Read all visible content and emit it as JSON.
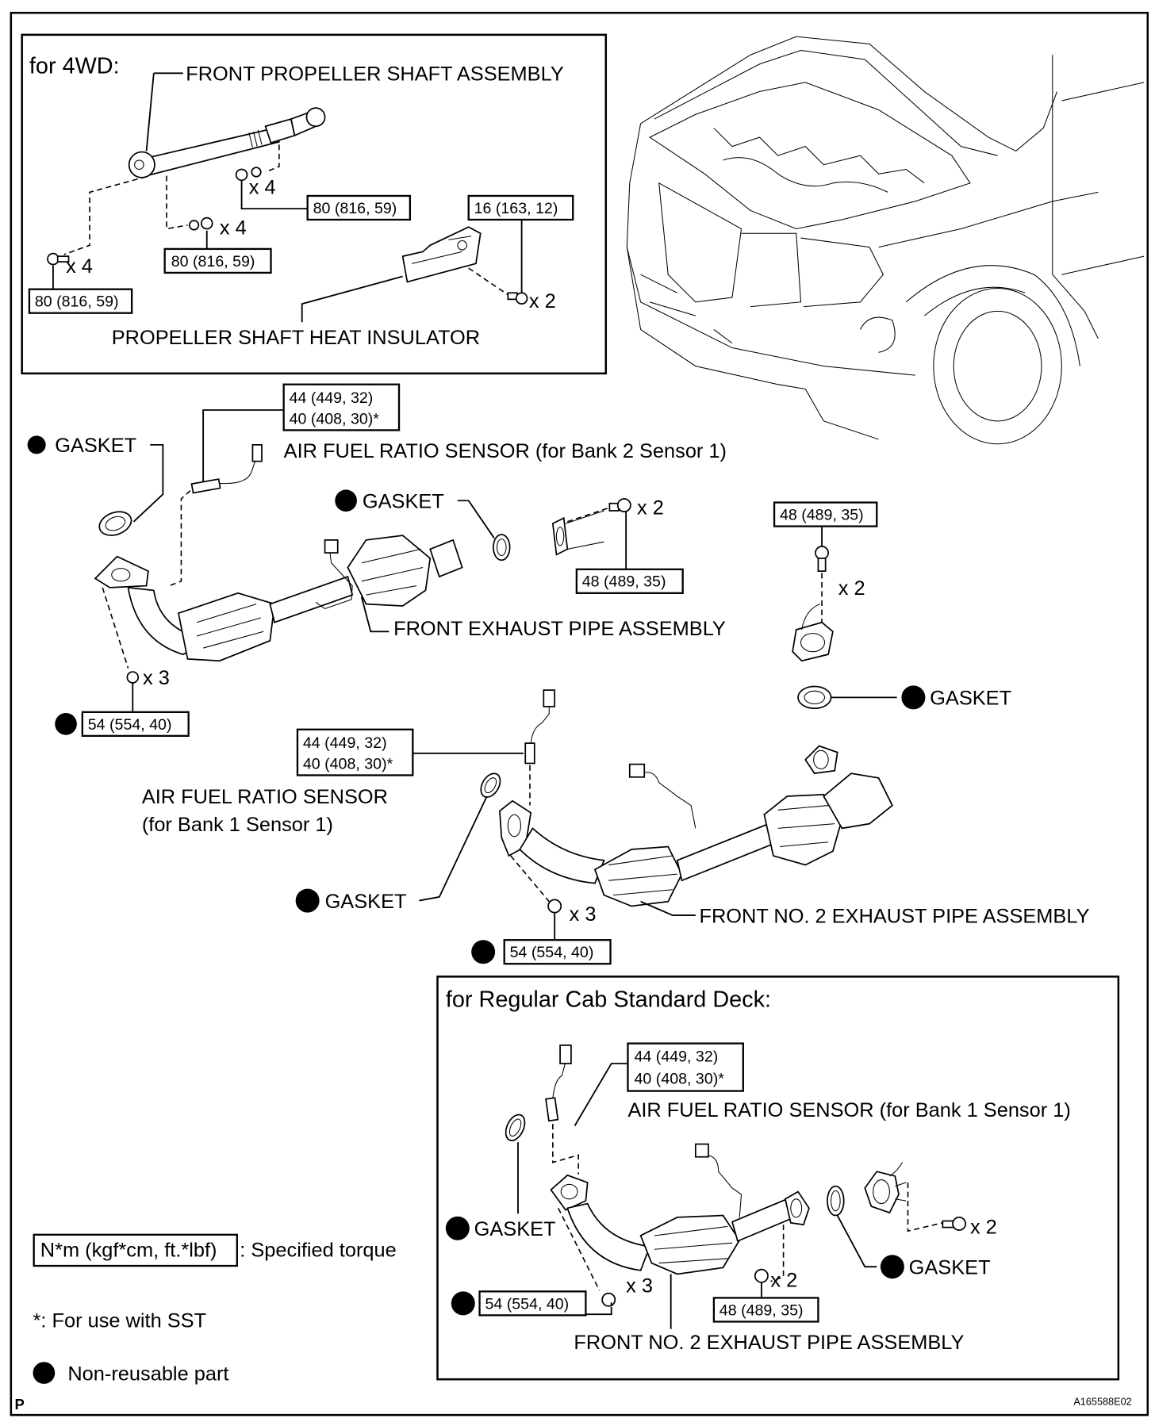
{
  "figure_id": "A165588E02",
  "page_marker": "P",
  "colors": {
    "ink": "#000000",
    "paper": "#ffffff"
  },
  "box_4wd": {
    "title": "for 4WD:",
    "front_propeller_shaft": "FRONT PROPELLER SHAFT ASSEMBLY",
    "heat_insulator": "PROPELLER SHAFT HEAT INSULATOR",
    "torque_bolt": "80 (816, 59)",
    "qty_bolt": "x 4",
    "torque_nut_mid": "80 (816, 59)",
    "qty_nut_mid": "x 4",
    "torque_nut_right": "80 (816, 59)",
    "qty_nut_right": "x 4",
    "torque_insulator": "16 (163, 12)",
    "qty_insulator": "x 2"
  },
  "main": {
    "sensor_bank2": {
      "torque_line1": "44 (449, 32)",
      "torque_line2": "40 (408, 30)*",
      "label": "AIR FUEL RATIO SENSOR (for Bank 2 Sensor 1)"
    },
    "gasket_left": "GASKET",
    "gasket_center": "GASKET",
    "front_exhaust_pipe": "FRONT EXHAUST PIPE ASSEMBLY",
    "front_pipe_nut_qty": "x 3",
    "front_pipe_nut_torque": "54 (554, 40)",
    "flange_bolt_qty": "x 2",
    "flange_bolt_torque": "48 (489, 35)",
    "right_bolt_torque": "48 (489, 35)",
    "right_bolt_qty": "x 2",
    "gasket_right": "GASKET",
    "sensor_bank1": {
      "torque_line1": "44 (449, 32)",
      "torque_line2": "40 (408, 30)*",
      "label_line1": "AIR FUEL RATIO SENSOR",
      "label_line2": "(for Bank 1 Sensor 1)"
    },
    "gasket_lower": "GASKET",
    "front_no2_pipe": "FRONT NO. 2 EXHAUST PIPE ASSEMBLY",
    "no2_nut_qty": "x 3",
    "no2_nut_torque": "54 (554, 40)"
  },
  "box_regular_cab": {
    "title": "for Regular Cab Standard Deck:",
    "sensor_torque_line1": "44 (449, 32)",
    "sensor_torque_line2": "40 (408, 30)*",
    "sensor_label": "AIR FUEL RATIO SENSOR (for Bank 1 Sensor 1)",
    "gasket_left": "GASKET",
    "gasket_right": "GASKET",
    "bolt_qty": "x 2",
    "nut_qty": "x 3",
    "nut_torque": "54 (554, 40)",
    "nut2_qty": "x 2",
    "nut2_torque": "48 (489, 35)",
    "pipe_label": "FRONT NO. 2 EXHAUST PIPE ASSEMBLY"
  },
  "legend": {
    "torque_unit": "N*m (kgf*cm, ft.*lbf)",
    "torque_desc": ": Specified torque",
    "sst_note": "*: For use with SST",
    "non_reusable": "Non-reusable part"
  }
}
